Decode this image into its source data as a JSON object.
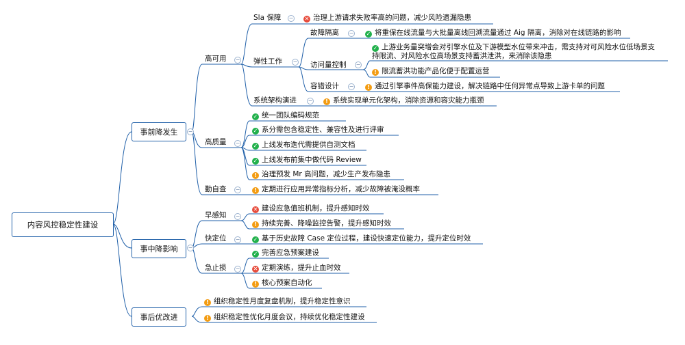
{
  "colors": {
    "line": "#1f5fa8",
    "ok": "#22b14c",
    "warn": "#f39c12",
    "bad": "#e74c3c"
  },
  "root": "内容风控稳定性建设",
  "level1": [
    "事前降发生",
    "事中降影响",
    "事后优改进"
  ],
  "pre": {
    "ha": "高可用",
    "sla": "Sla 保障",
    "sla_item": "治理上游请求失败率高的问题，减少风险遗漏隐患",
    "elastic": "弹性工作",
    "isolation": "故障隔离",
    "isolation_item": "将重保在线流量与大批量离线回溯流量通过 Aig 隔离，消除对在线链路的影响",
    "access": "访问量控制",
    "access_item1": "上游业务量突增会对引擎水位及下游模型水位带来冲击，需支持对可风险水位低场景支持限流、对风险水位高场景支持蓄洪泄洪，来消除该隐患",
    "access_item2": "限流蓄洪功能产品化便于配置运营",
    "fault": "容错设计",
    "fault_item": "通过引擎事件高保能力建设，解决链路中任何异常点导致上游卡单的问题",
    "arch": "系统架构演进",
    "arch_item": "系统实现单元化架构，消除资源和容灾能力瓶颈",
    "hq": "高质量",
    "hq_items": [
      "统一团队编码规范",
      "系分需包含稳定性、兼容性及进行评审",
      "上线发布迭代需提供自测文档",
      "上线发布前集中做代码 Review",
      "治理预发 Mr 高问题，减少生产发布隐患"
    ],
    "check": "勤自查",
    "check_item": "定期进行应用异常指标分析，减少故障被淹没概率"
  },
  "mid": {
    "early": "早感知",
    "early_items": [
      "建设应急值班机制，提升感知时效",
      "持续完善、降噪监控告警，提升感知时效"
    ],
    "locate": "快定位",
    "locate_item": "基于历史故障 Case 定位过程，建设快速定位能力，提升定位时效",
    "stop": "急止损",
    "stop_items": [
      "完善应急预案建设",
      "定期演练，提升止血时效",
      "核心预案自动化"
    ]
  },
  "post": {
    "items": [
      "组织稳定性月度复盘机制，提升稳定性意识",
      "组织稳定性优化月度会议，持续优化稳定性建设"
    ]
  }
}
